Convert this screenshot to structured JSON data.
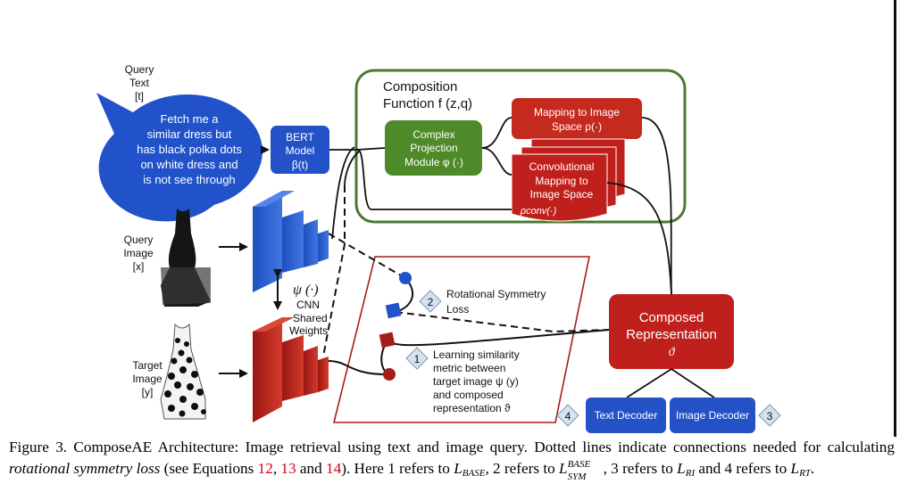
{
  "query_text_label": [
    "Query",
    "Text",
    "[t]"
  ],
  "query_bubble": [
    "Fetch me a",
    "similar dress but",
    "has black polka dots",
    "on white dress and",
    "is not see through"
  ],
  "bert": [
    "BERT",
    "Model",
    "β(t)"
  ],
  "composition_title": [
    "Composition",
    "Function f (z,q)"
  ],
  "complex_projection": [
    "Complex",
    "Projection",
    "Module φ (·)"
  ],
  "mapping_image": [
    "Mapping to Image",
    "Space ρ(·)"
  ],
  "conv_mapping": [
    "Convolutional",
    "Mapping to",
    "Image Space",
    "ρconv(·)"
  ],
  "query_image_label": [
    "Query",
    "Image",
    "[x]"
  ],
  "target_image_label": [
    "Target",
    "Image",
    "[y]"
  ],
  "cnn_label": [
    "ψ (·)",
    "CNN",
    "Shared",
    "Weights"
  ],
  "rot_loss": [
    "Rotational Symmetry",
    "Loss"
  ],
  "learn_metric": [
    "Learning similarity",
    "metric between",
    "target image ψ (y)",
    "and composed",
    "representation ϑ"
  ],
  "composed": [
    "Composed",
    "Representation",
    "ϑ"
  ],
  "text_decoder": "Text Decoder",
  "image_decoder": "Image Decoder",
  "badges": {
    "b1": "1",
    "b2": "2",
    "b3": "3",
    "b4": "4"
  },
  "colors": {
    "blue": "#2f5fc4",
    "green": "#4e8a2a",
    "red": "#c0201c",
    "dark_red": "#a51d1a",
    "green_border": "#4a7a30"
  },
  "caption": {
    "p1": "Figure 3. ComposeAE Architecture: Image retrieval using text and image query. Dotted lines indicate connections needed for calculating",
    "p2a": "rotational symmetry loss",
    "p2b": " (see Equations ",
    "eq1": "12",
    "p2c": ", ",
    "eq2": "13",
    "p2d": " and ",
    "eq3": "14",
    "p2e": "). Here 1 refers to ",
    "m1": "L",
    "m1s": "BASE",
    "p2f": ", 2 refers to ",
    "m2": "L",
    "m2sup": "BASE",
    "m2sub": "SYM",
    "p2g": ", 3 refers to ",
    "m3": "L",
    "m3s": "RI",
    "p2h": " and 4 refers to ",
    "m4": "L",
    "m4s": "RT",
    "p2i": "."
  }
}
